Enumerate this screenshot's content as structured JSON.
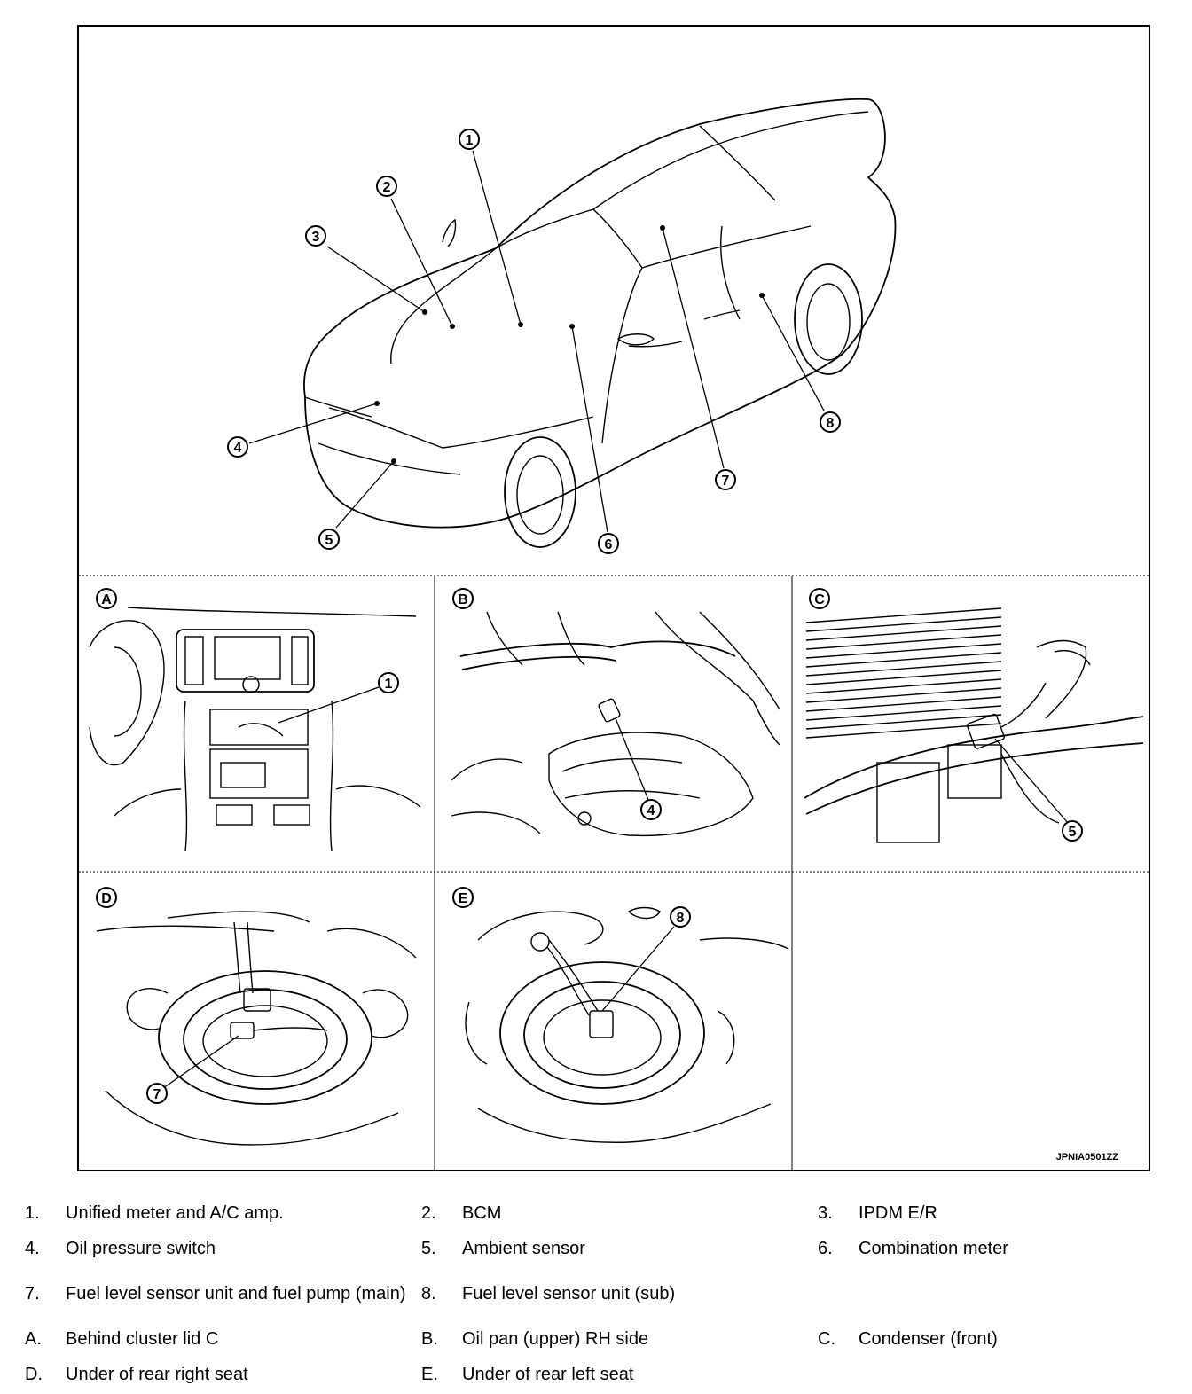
{
  "figure": {
    "code": "JPNIA0501ZZ",
    "main_callouts": [
      "1",
      "2",
      "3",
      "4",
      "5",
      "6",
      "7",
      "8"
    ],
    "panels": [
      {
        "letter": "A",
        "callout": "1"
      },
      {
        "letter": "B",
        "callout": "4"
      },
      {
        "letter": "C",
        "callout": "5"
      },
      {
        "letter": "D",
        "callout": "7"
      },
      {
        "letter": "E",
        "callout": "8"
      }
    ]
  },
  "legend": [
    {
      "num": "1.",
      "text": "Unified meter and A/C amp."
    },
    {
      "num": "2.",
      "text": "BCM"
    },
    {
      "num": "3.",
      "text": "IPDM E/R"
    },
    {
      "num": "4.",
      "text": "Oil pressure switch"
    },
    {
      "num": "5.",
      "text": "Ambient sensor"
    },
    {
      "num": "6.",
      "text": "Combination meter"
    },
    {
      "num": "7.",
      "text": "Fuel level sensor unit and fuel pump (main)"
    },
    {
      "num": "8.",
      "text": "Fuel level sensor unit (sub)"
    },
    {
      "num": "A.",
      "text": "Behind cluster lid C"
    },
    {
      "num": "B.",
      "text": "Oil pan (upper) RH side"
    },
    {
      "num": "C.",
      "text": "Condenser (front)"
    },
    {
      "num": "D.",
      "text": "Under of rear right seat"
    },
    {
      "num": "E.",
      "text": "Under of rear left seat"
    }
  ]
}
